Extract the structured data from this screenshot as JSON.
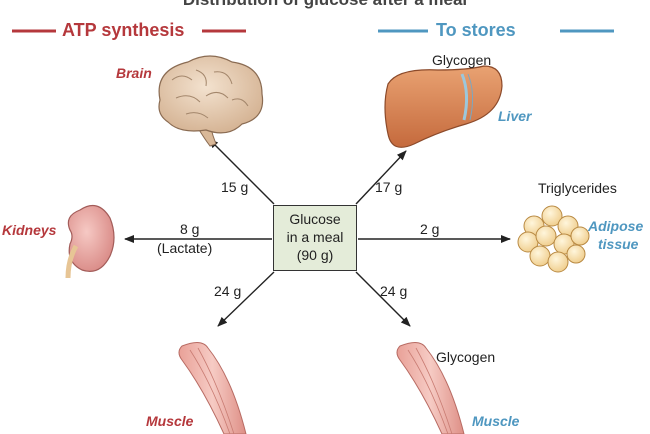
{
  "title": "Distribution of glucose after a meal",
  "left_header": "ATP synthesis",
  "right_header": "To stores",
  "center": {
    "line1": "Glucose",
    "line2": "in a meal",
    "line3": "(90 g)"
  },
  "organs": {
    "brain": "Brain",
    "liver": "Liver",
    "kidneys": "Kidneys",
    "adipose_line1": "Adipose",
    "adipose_line2": "tissue",
    "muscle_left": "Muscle",
    "muscle_right": "Muscle"
  },
  "stores": {
    "liver": "Glycogen",
    "adipose": "Triglycerides",
    "muscle": "Glycogen"
  },
  "amounts": {
    "brain": "15 g",
    "liver": "17 g",
    "kidneys": "8 g",
    "kidneys_note": "(Lactate)",
    "adipose": "2 g",
    "muscle_left": "24 g",
    "muscle_right": "24 g"
  },
  "colors": {
    "red": "#b5383c",
    "blue": "#4f97c0",
    "box": "#e4ecd9"
  }
}
